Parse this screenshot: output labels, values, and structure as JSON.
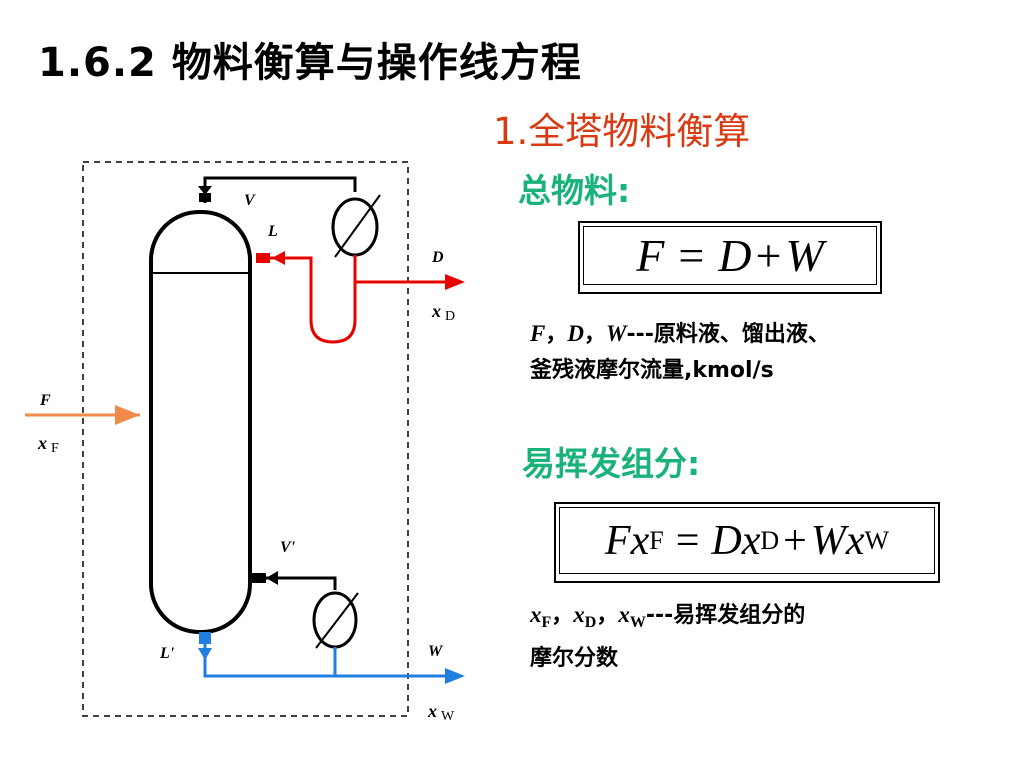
{
  "title": "1.6.2 物料衡算与操作线方程",
  "subtitle": "1.全塔物料衡算",
  "total": {
    "label": "总物料:",
    "equation": {
      "F": "F",
      "eq": "=",
      "D": "D",
      "plus": "+",
      "W": "W"
    },
    "desc_vars": {
      "F": "F",
      "D": "D",
      "W": "W",
      "sep": "，"
    },
    "desc_text1": "---原料液、馏出液、",
    "desc_text2": "釜残液摩尔流量,kmol/s"
  },
  "volatile": {
    "label": "易挥发组分:",
    "equation": {
      "F": "F",
      "x": "x",
      "sF": "F",
      "eq": "=",
      "D": "D",
      "sD": "D",
      "plus": "+",
      "W": "W",
      "sW": "W"
    },
    "desc_vars": {
      "x": "x",
      "F": "F",
      "D": "D",
      "W": "W",
      "sep": "，"
    },
    "desc_text1": "---易挥发组分的",
    "desc_text2": "摩尔分数"
  },
  "diagram": {
    "labels": {
      "V": "V",
      "L": "L",
      "D": "D",
      "xD_x": "x",
      "xD_sub": "D",
      "F": "F",
      "xF_x": "x",
      "xF_sub": "F",
      "Vp": "V'",
      "Lp": "L'",
      "W": "W",
      "xW_x": "x",
      "xW_sub": "W"
    },
    "colors": {
      "reflux": "#e80000",
      "feed": "#f08a4b",
      "bottoms": "#1f7ee0",
      "vapor": "#000000"
    }
  }
}
